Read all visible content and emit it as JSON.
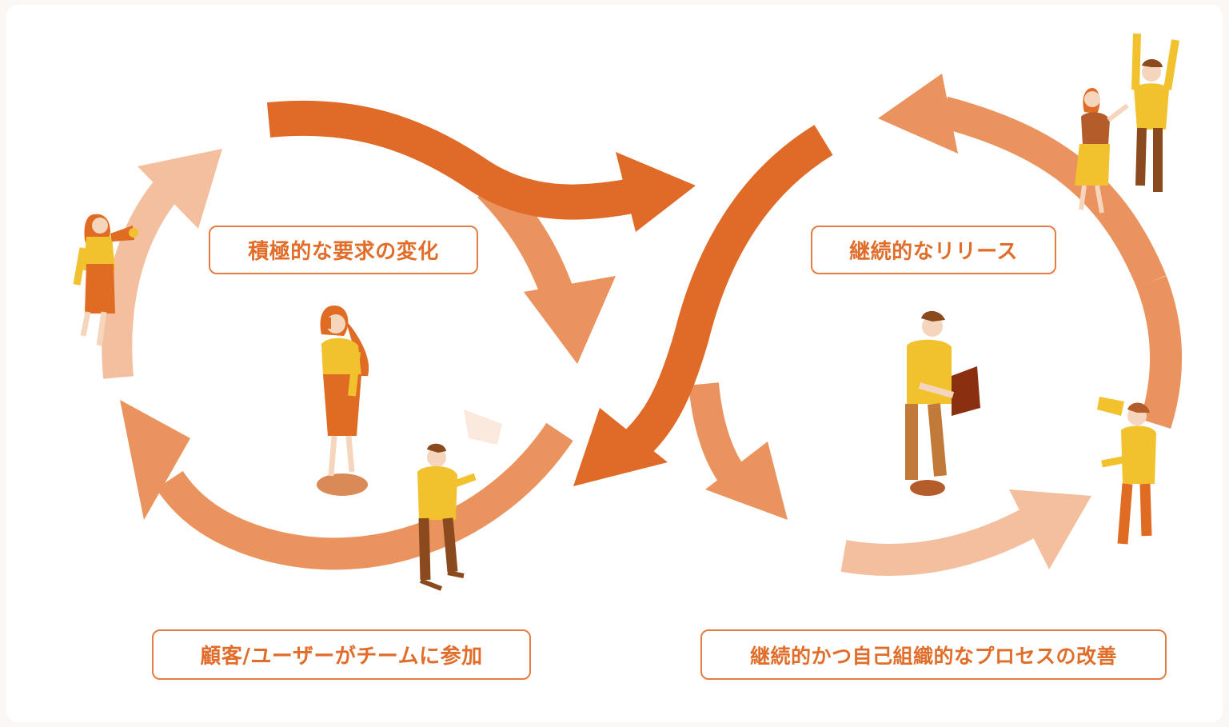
{
  "labels": {
    "top_left": "積極的な要求の変化",
    "top_right": "継続的なリリース",
    "bottom_left": "顧客/ユーザーがチームに参加",
    "bottom_right": "継続的かつ自己組織的なプロセスの改善"
  },
  "colors": {
    "arrow_dark": "#e06b28",
    "arrow_mid": "#ea935e",
    "arrow_light": "#f3bf9e",
    "accent_text": "#e06d2a",
    "person_yellow": "#f2c12e",
    "person_orange": "#e06b22",
    "person_brown": "#8a4a1e"
  }
}
